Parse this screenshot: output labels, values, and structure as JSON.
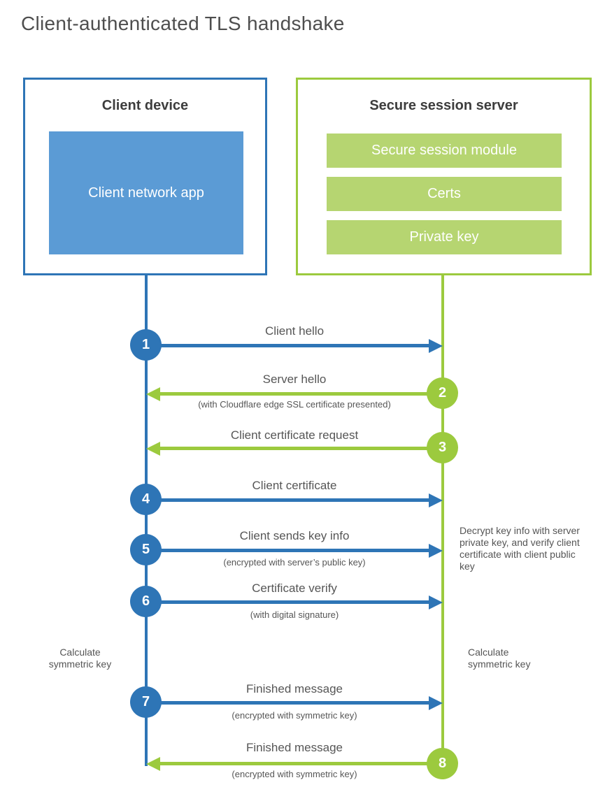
{
  "title": "Client-authenticated TLS handshake",
  "colors": {
    "blue": "#2e75b6",
    "blue_fill": "#5b9bd5",
    "green": "#9cca3e",
    "green_fill": "#b6d571",
    "heading_text": "#3d3d3d",
    "label_text": "#565656",
    "white_text": "#ffffff"
  },
  "client": {
    "title": "Client device",
    "inner_box": "Client network app"
  },
  "server": {
    "title": "Secure session server",
    "modules": [
      "Secure session module",
      "Certs",
      "Private key"
    ]
  },
  "steps": [
    {
      "num": "1",
      "label": "Client hello",
      "sub": "",
      "direction": "client-to-server"
    },
    {
      "num": "2",
      "label": "Server hello",
      "sub": "(with Cloudflare edge SSL certificate presented)",
      "direction": "server-to-client"
    },
    {
      "num": "3",
      "label": "Client certificate request",
      "sub": "",
      "direction": "server-to-client"
    },
    {
      "num": "4",
      "label": "Client certificate",
      "sub": "",
      "direction": "client-to-server"
    },
    {
      "num": "5",
      "label": "Client sends key info",
      "sub": "(encrypted with server’s public key)",
      "direction": "client-to-server"
    },
    {
      "num": "6",
      "label": "Certificate verify",
      "sub": "(with digital signature)",
      "direction": "client-to-server"
    },
    {
      "num": "7",
      "label": "Finished message",
      "sub": "(encrypted with symmetric key)",
      "direction": "client-to-server"
    },
    {
      "num": "8",
      "label": "Finished message",
      "sub": "(encrypted with symmetric key)",
      "direction": "server-to-client"
    }
  ],
  "notes": {
    "decrypt": "Decrypt key info with server private key, and verify client certificate with client public key",
    "calc_left": "Calculate symmetric key",
    "calc_right": "Calculate symmetric key"
  }
}
